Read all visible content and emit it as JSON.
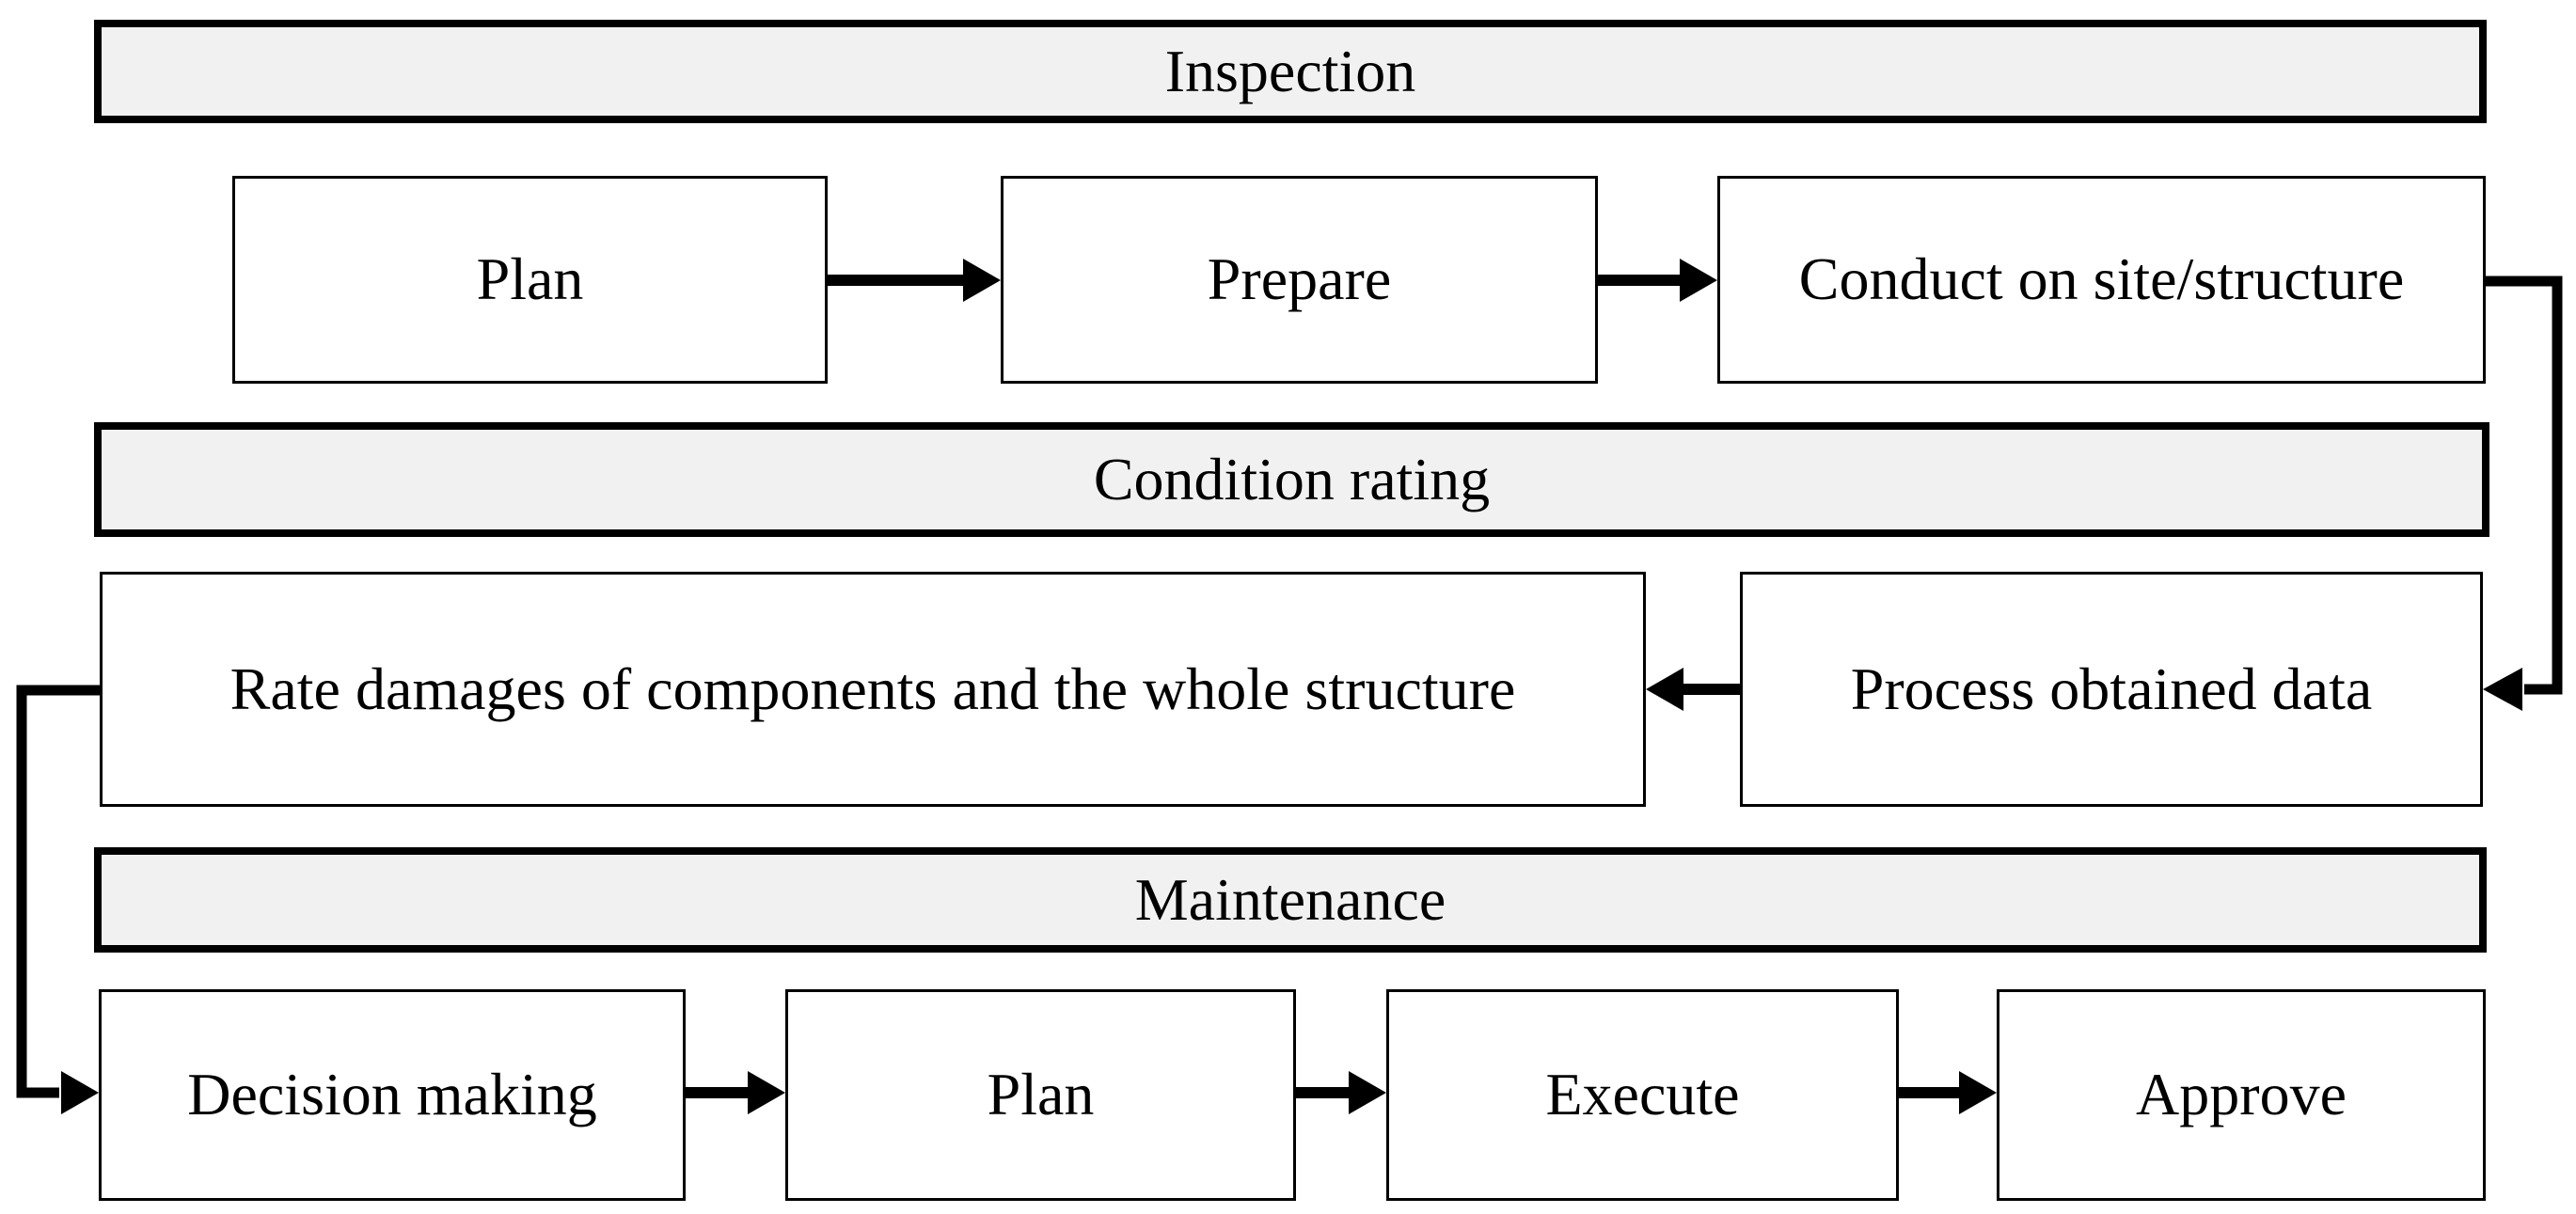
{
  "diagram": {
    "sections": [
      {
        "id": "inspection",
        "label": "Inspection",
        "boxes": [
          "Plan",
          "Prepare",
          "Conduct on site/structure"
        ]
      },
      {
        "id": "condition-rating",
        "label": "Condition rating",
        "boxes": [
          "Rate damages of components and the whole structure",
          "Process obtained data"
        ]
      },
      {
        "id": "maintenance",
        "label": "Maintenance",
        "boxes": [
          "Decision making",
          "Plan",
          "Execute",
          "Approve"
        ]
      }
    ],
    "colors": {
      "header_fill": "#f1f1f1",
      "box_fill": "#ffffff",
      "line": "#000000"
    }
  }
}
